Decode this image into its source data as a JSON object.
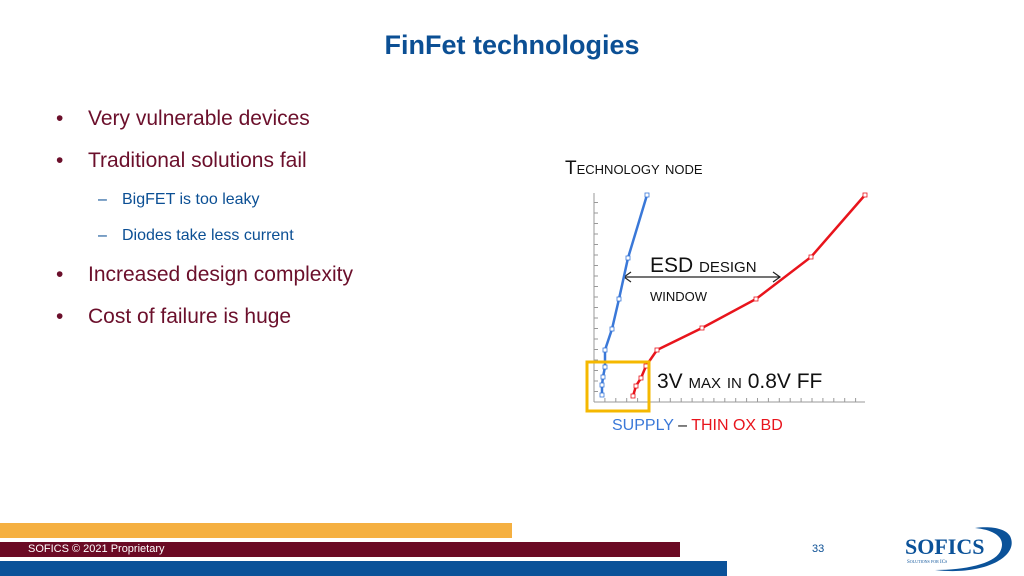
{
  "slide": {
    "title": "FinFet technologies",
    "bullets": [
      {
        "level": 1,
        "text": "Very vulnerable devices"
      },
      {
        "level": 1,
        "text": "Traditional solutions fail"
      },
      {
        "level": 2,
        "text": "BigFET is too leaky"
      },
      {
        "level": 2,
        "text": "Diodes take less current"
      },
      {
        "level": 1,
        "text": "Increased design complexity"
      },
      {
        "level": 1,
        "text": "Cost of failure is huge"
      }
    ],
    "bullet_symbol": "•",
    "sub_bullet_symbol": "–"
  },
  "diagram": {
    "axis_label": "Technology node",
    "window_label_1": "ESD design",
    "window_label_2": "window",
    "highlight_label": "3V max in 0.8V FF",
    "legend_supply": "SUPPLY",
    "legend_sep": "–",
    "legend_thinox": "THIN OX BD",
    "colors": {
      "supply": "#3a78d8",
      "thinox": "#e8141c",
      "highlight": "#f5b800"
    }
  },
  "footer": {
    "copyright": "SOFICS © 2021 Proprietary",
    "page_number": "33",
    "logo_text": "SOFICS",
    "logo_tagline": "Solutions for ICs",
    "colors": {
      "orange": "#f5b041",
      "maroon": "#6b0a24",
      "blue": "#0b5299"
    }
  }
}
